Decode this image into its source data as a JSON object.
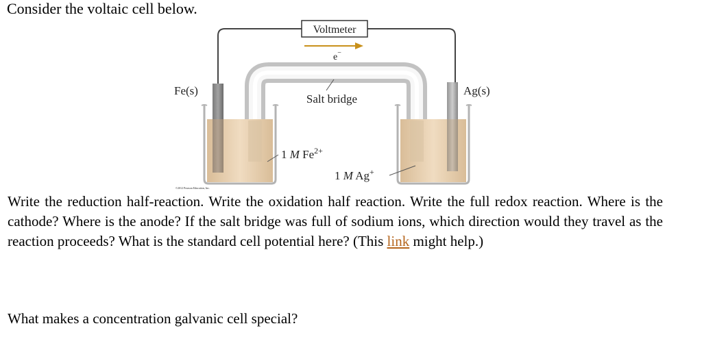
{
  "intro": "Consider the voltaic cell below.",
  "figure": {
    "voltmeter": "Voltmeter",
    "electron": "e",
    "electron_sup": "−",
    "left_electrode": "Fe(s)",
    "right_electrode": "Ag(s)",
    "salt_bridge": "Salt bridge",
    "left_solution_prefix": "1 ",
    "left_solution_unit": "M",
    "left_solution_species": " Fe",
    "left_solution_charge": "2+",
    "right_solution_prefix": "1 ",
    "right_solution_unit": "M",
    "right_solution_species": " Ag",
    "right_solution_charge": "+",
    "copyright": "©2012 Pearson Education, Inc."
  },
  "question": {
    "main_before_link": "Write the reduction half-reaction. Write the oxidation half reaction. Write the full redox reaction. Where is the cathode? Where is the anode? If the salt bridge was full of sodium ions, which direction would they travel as the reaction proceeds? What is the standard cell potential here? (This ",
    "link_text": "link",
    "main_after_link": " might help.)",
    "second": "What makes a concentration galvanic cell special?"
  },
  "colors": {
    "link": "#b5651d",
    "solution": "#e8cfae",
    "arrow": "#c8901a"
  }
}
